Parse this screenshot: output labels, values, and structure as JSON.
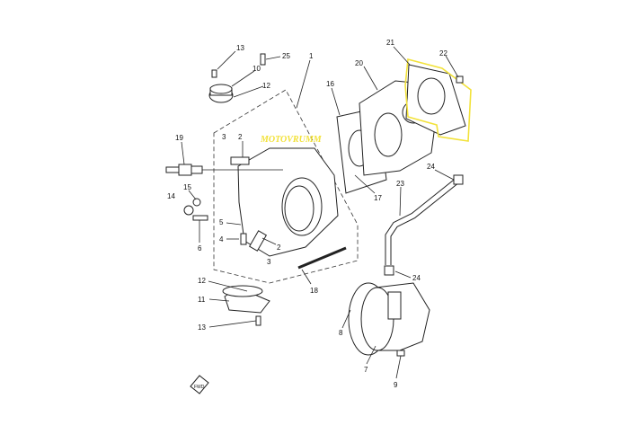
{
  "diagram": {
    "watermark": "MOTOVRUMM",
    "highlight_color": "#f2e23a",
    "fwd_label": "FWD",
    "callouts": [
      "13",
      "25",
      "1",
      "10",
      "12",
      "21",
      "22",
      "20",
      "16",
      "3",
      "2",
      "19",
      "24",
      "17",
      "23",
      "15",
      "14",
      "5",
      "4",
      "6",
      "2",
      "3",
      "18",
      "24",
      "12",
      "11",
      "13",
      "8",
      "7",
      "9"
    ]
  }
}
